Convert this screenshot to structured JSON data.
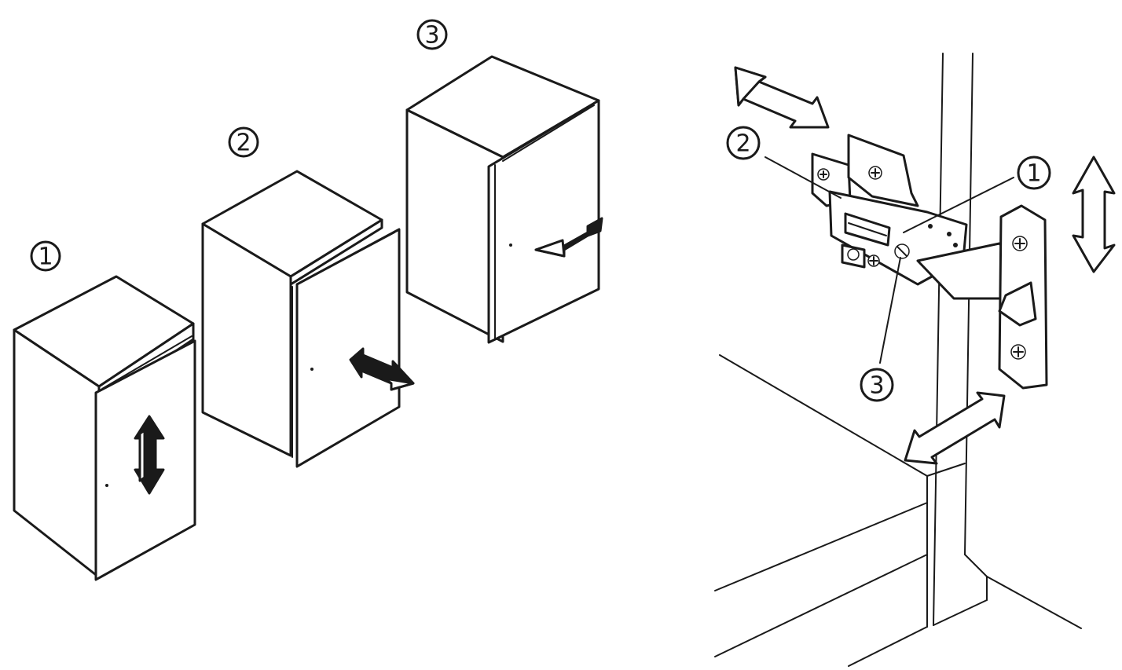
{
  "figure": {
    "left_panel": {
      "callouts": [
        {
          "label": "1",
          "target": "cabinet-1"
        },
        {
          "label": "2",
          "target": "cabinet-2"
        },
        {
          "label": "3",
          "target": "cabinet-3"
        }
      ]
    },
    "right_panel": {
      "callouts": [
        {
          "label": "1",
          "target": "hinge-screw-1"
        },
        {
          "label": "2",
          "target": "hinge-screw-2"
        },
        {
          "label": "3",
          "target": "hinge-screw-3"
        }
      ]
    },
    "colors": {
      "ink": "#1a1a1a",
      "paper": "#ffffff"
    }
  }
}
